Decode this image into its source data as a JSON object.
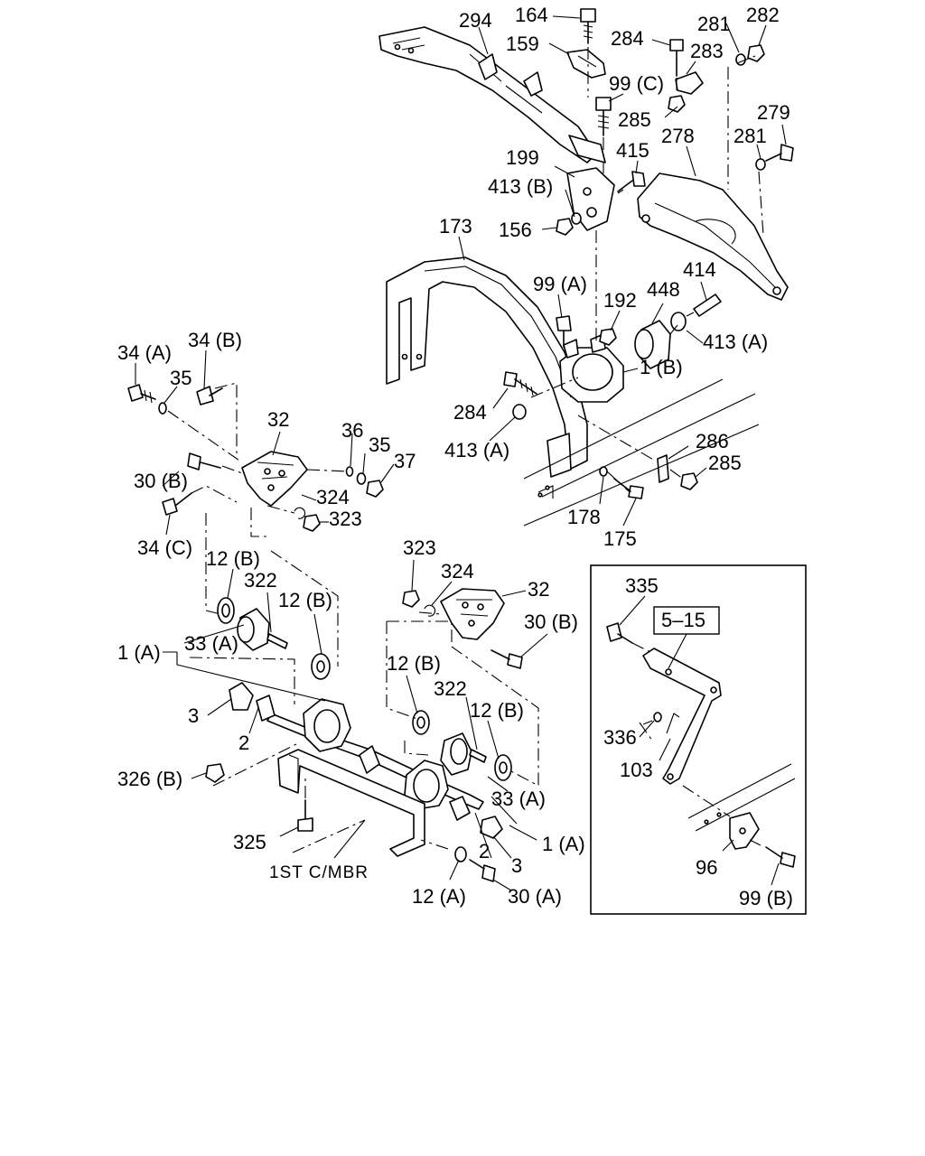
{
  "labels": {
    "p294": "294",
    "p164": "164",
    "p159": "159",
    "p284_top": "284",
    "p283": "283",
    "p281_top": "281",
    "p282": "282",
    "p99c": "99 (C)",
    "p285_top": "285",
    "p279": "279",
    "p281_mid": "281",
    "p278": "278",
    "p415": "415",
    "p199": "199",
    "p413b": "413 (B)",
    "p156": "156",
    "p173": "173",
    "p99a": "99 (A)",
    "p192": "192",
    "p448": "448",
    "p414": "414",
    "p413a_right": "413 (A)",
    "p1b": "1 (B)",
    "p284_mid": "284",
    "p413a_mid": "413 (A)",
    "p286": "286",
    "p285_mid": "285",
    "p178": "178",
    "p175": "175",
    "p34a": "34 (A)",
    "p34b": "34 (B)",
    "p35_left": "35",
    "p32_left": "32",
    "p36": "36",
    "p35_right": "35",
    "p37": "37",
    "p30b_left": "30 (B)",
    "p324_left": "324",
    "p323_left": "323",
    "p34c": "34 (C)",
    "p12b_1": "12 (B)",
    "p322_left": "322",
    "p12b_2": "12 (B)",
    "p1a_left": "1 (A)",
    "p33a_left": "33 (A)",
    "p3_left": "3",
    "p2_left": "2",
    "p326b": "326 (B)",
    "p325": "325",
    "p1st_mbr": "1ST C/MBR",
    "p323_right": "323",
    "p324_right": "324",
    "p32_right": "32",
    "p30b_right": "30 (B)",
    "p12b_3": "12 (B)",
    "p322_right": "322",
    "p12b_4": "12 (B)",
    "p33a_right": "33 (A)",
    "p2_right": "2",
    "p3_right": "3",
    "p1a_right": "1 (A)",
    "p12a": "12 (A)",
    "p30a": "30 (A)",
    "p335": "335",
    "p5_15": "5–15",
    "p336": "336",
    "p103": "103",
    "p96": "96",
    "p99b": "99 (B)"
  }
}
